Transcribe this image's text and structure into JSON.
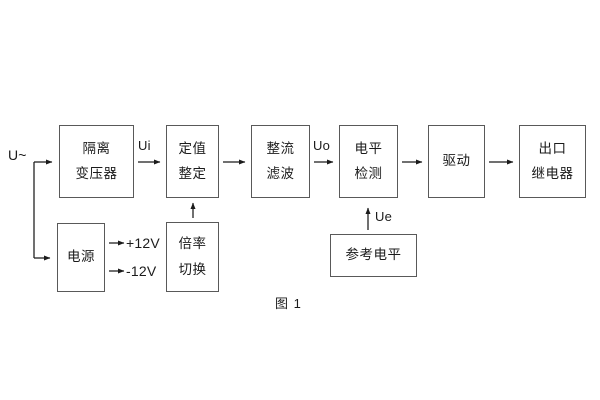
{
  "figure": {
    "caption": "图 1",
    "line_color": "#595959",
    "text_color": "#1b1b1b",
    "background": "#ffffff"
  },
  "blocks": [
    {
      "id": "isolation-transformer",
      "lines": [
        "隔离",
        "变压器"
      ]
    },
    {
      "id": "setpoint-adjust",
      "lines": [
        "定值",
        "整定"
      ]
    },
    {
      "id": "rectify-filter",
      "lines": [
        "整流",
        "滤波"
      ]
    },
    {
      "id": "level-detect",
      "lines": [
        "电平",
        "检测"
      ]
    },
    {
      "id": "drive",
      "lines": [
        "驱动"
      ]
    },
    {
      "id": "output-relay",
      "lines": [
        "出口",
        "继电器"
      ]
    },
    {
      "id": "power-supply",
      "lines": [
        "电源"
      ]
    },
    {
      "id": "multiplier-switch",
      "lines": [
        "倍率",
        "切换"
      ]
    },
    {
      "id": "reference-level",
      "lines": [
        "参考电平"
      ]
    }
  ],
  "labels": {
    "input_source": "U~",
    "ui": "Ui",
    "uo": "Uo",
    "ue": "Ue",
    "rail_positive": "+12V",
    "rail_negative": "-12V"
  }
}
